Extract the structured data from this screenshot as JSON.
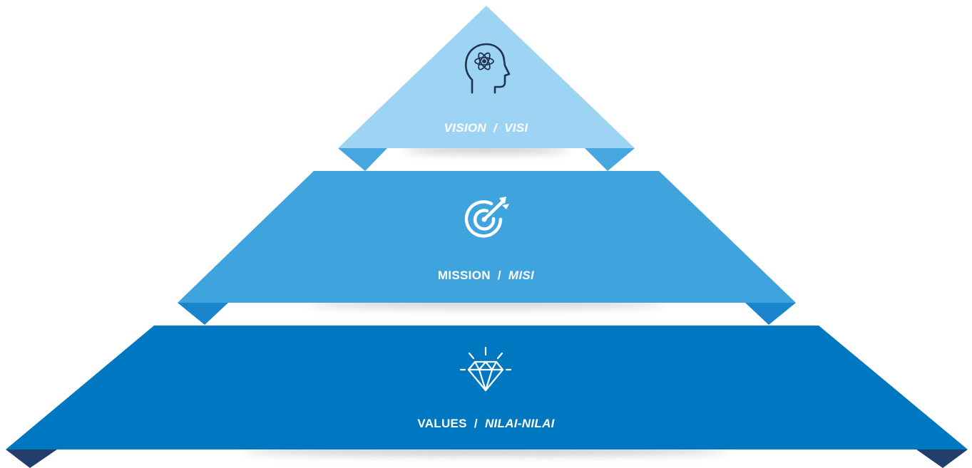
{
  "colors": {
    "tier_top": "#9dd4f4",
    "tier_middle": "#3fa3dd",
    "tier_bottom": "#0077c1",
    "fold_top": "#46a6df",
    "fold_middle": "#1a85cc",
    "fold_bottom": "#213e6d",
    "shadow": "#8a8f96",
    "text": "#ffffff",
    "icon_dark": "#1f3350"
  },
  "tiers": {
    "vision": {
      "label_en": "VISION",
      "separator": "/",
      "label_id": "VISI",
      "icon": "head-atom-icon"
    },
    "mission": {
      "label_en": "MISSION",
      "separator": "/",
      "label_id": "MISI",
      "icon": "target-arrow-icon"
    },
    "values": {
      "label_en": "VALUES",
      "separator": "/",
      "label_id": "NILAI-NILAI",
      "icon": "diamond-sparkle-icon"
    }
  }
}
